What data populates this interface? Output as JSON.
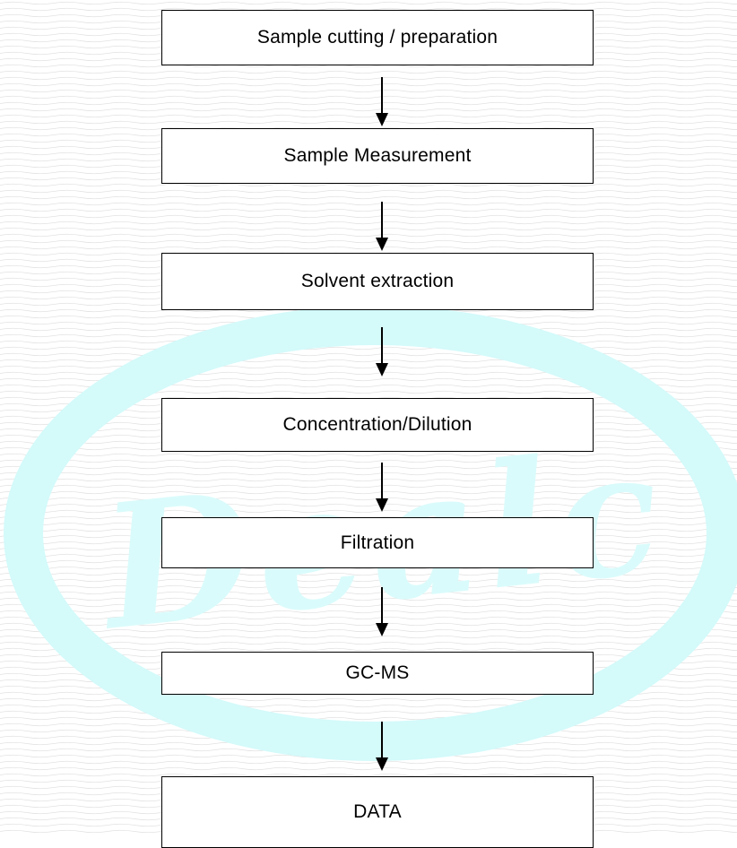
{
  "colors": {
    "box_border": "#000000",
    "box_fill": "#ffffff",
    "arrow": "#000000",
    "watermark": "#d6fbfb",
    "background_lines": "#e3e3e3"
  },
  "watermark": {
    "text": "Dealc"
  },
  "flow": {
    "steps": [
      {
        "label": "Sample cutting / preparation"
      },
      {
        "label": "Sample Measurement"
      },
      {
        "label": "Solvent extraction"
      },
      {
        "label": "Concentration/Dilution"
      },
      {
        "label": "Filtration"
      },
      {
        "label": "GC-MS"
      },
      {
        "label": "DATA"
      }
    ]
  }
}
